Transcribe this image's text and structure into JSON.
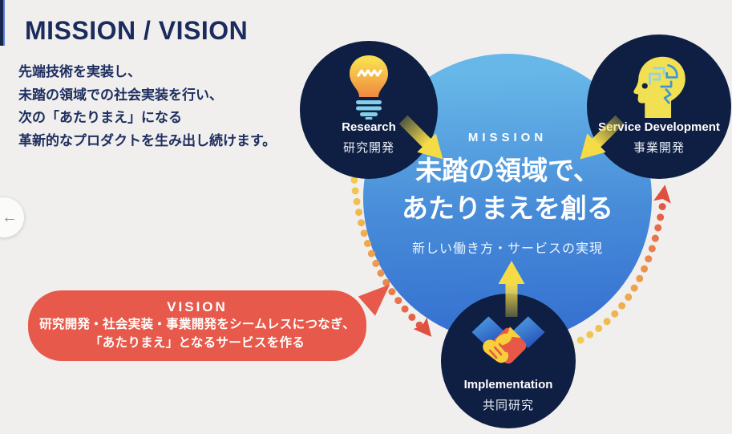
{
  "slide": {
    "heading": "MISSION / VISION",
    "intro_lines": [
      "先端技術を実装し、",
      "未踏の領域での社会実装を行い、",
      "次の「あたりまえ」になる",
      "革新的なプロダクトを生み出し続けます。"
    ]
  },
  "mission": {
    "label": "MISSION",
    "headline_line1": "未踏の領域で、",
    "headline_line2": "あたりまえを創る",
    "subline": "新しい働き方・サービスの実現"
  },
  "nodes": {
    "research": {
      "en": "Research",
      "ja": "研究開発",
      "icon": "lightbulb-icon"
    },
    "service_development": {
      "en": "Service Development",
      "ja": "事業開発",
      "icon": "head-brain-icon"
    },
    "implementation": {
      "en": "Implementation",
      "ja": "共同研究",
      "icon": "handshake-icon"
    }
  },
  "vision": {
    "label": "VISION",
    "line1": "研究開発・社会実装・事業開発をシームレスにつなぎ、",
    "line2": "「あたりまえ」となるサービスを作る"
  },
  "nav": {
    "prev_arrow": "←"
  },
  "colors": {
    "background": "#f0efed",
    "navy_text": "#1b2b5e",
    "node_circle": "#0e1f43",
    "mission_blue_top": "#67b7e8",
    "mission_blue_bottom": "#3571d1",
    "vision_red": "#e7594a",
    "arrow_yellow": "#f5dc47",
    "flow_dot_yellow": "#f2d150",
    "flow_dot_red": "#e25448"
  }
}
